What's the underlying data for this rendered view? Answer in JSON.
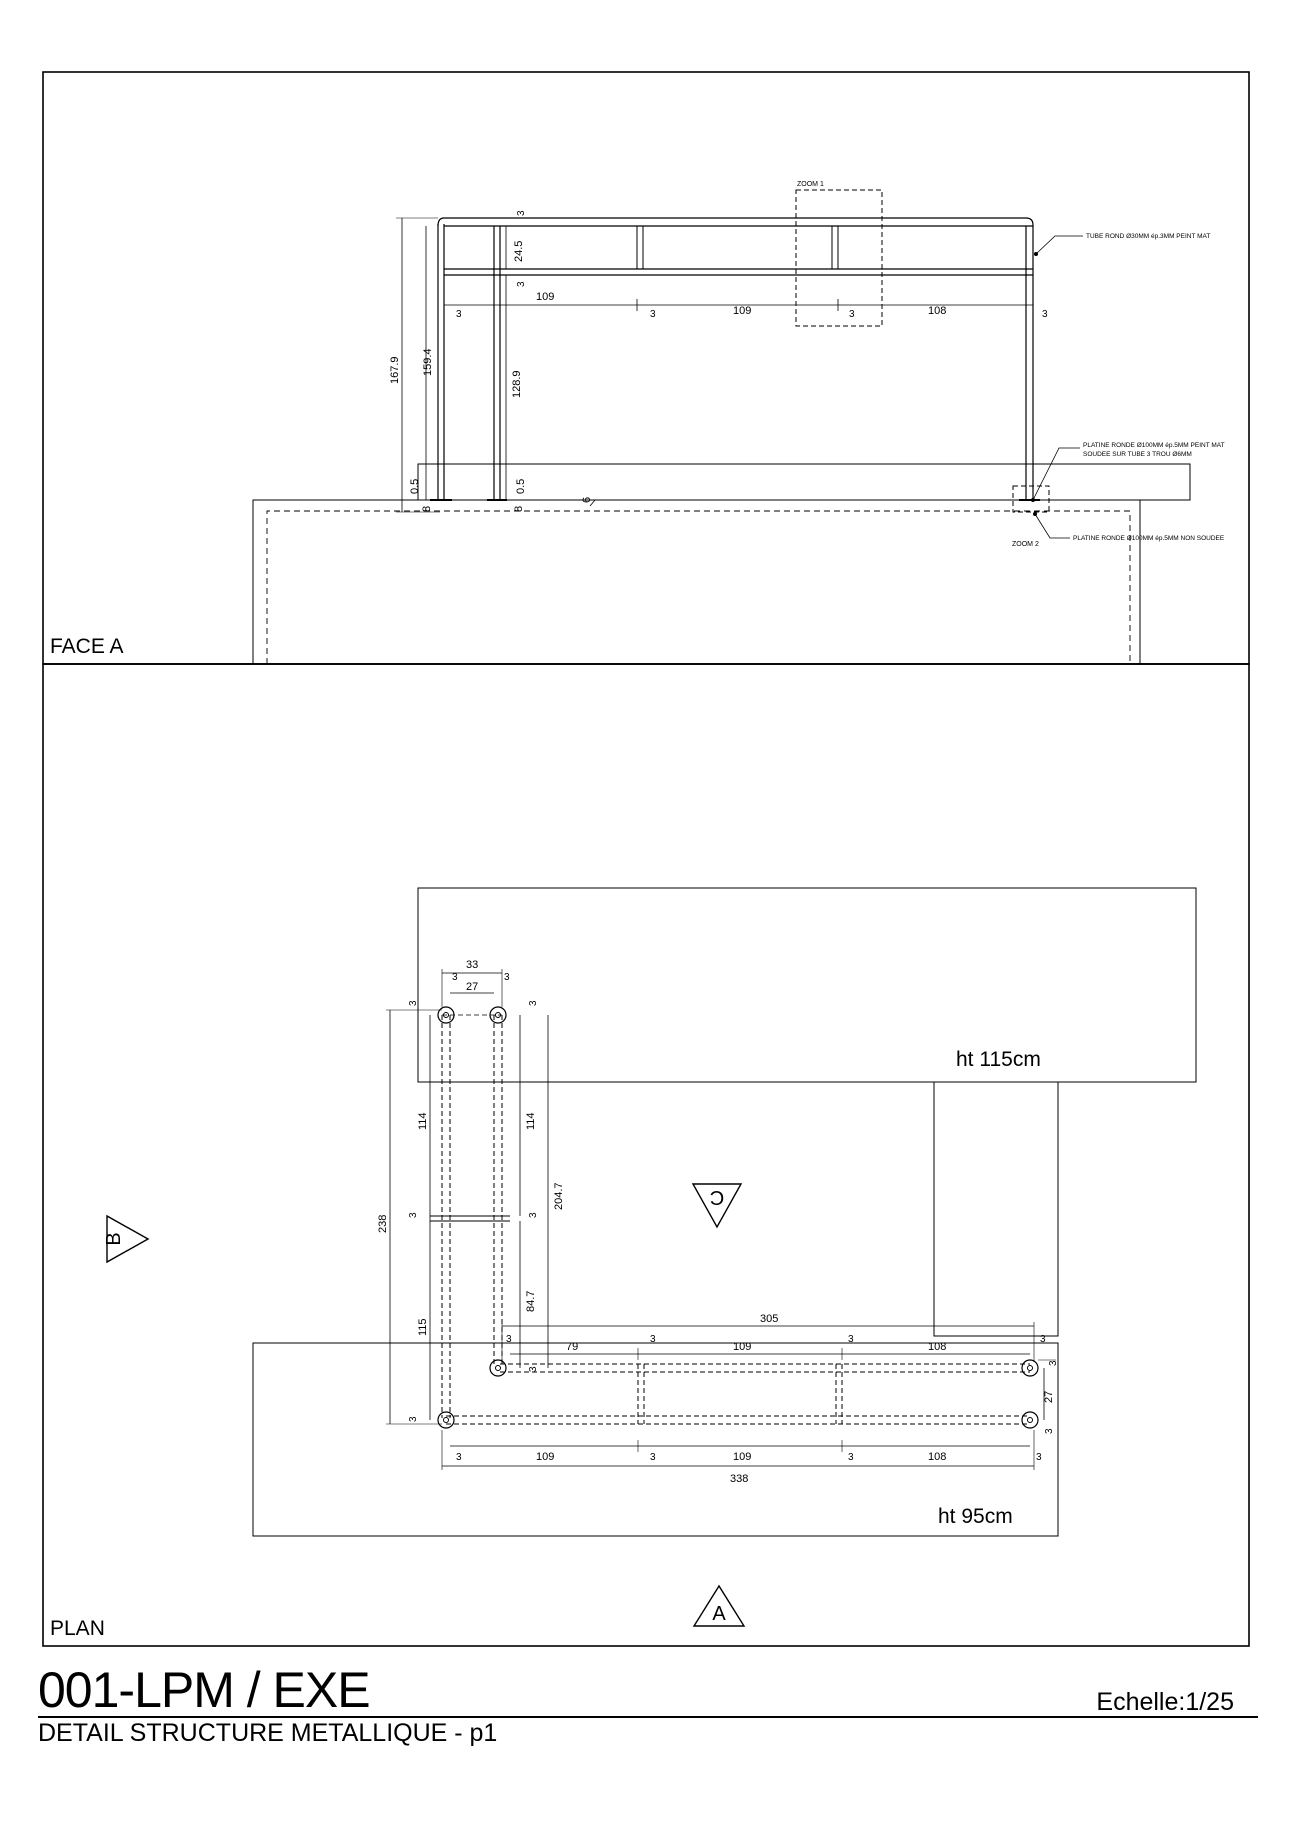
{
  "title_block": {
    "drawing_number": "001-LPM / EXE",
    "subtitle": "DETAIL STRUCTURE METALLIQUE - p1",
    "scale": "Echelle:1/25"
  },
  "face_a": {
    "view_label": "FACE A",
    "zoom_labels": [
      "ZOOM 1",
      "ZOOM 2"
    ],
    "annotations": {
      "tube": "TUBE ROND Ø30MM ép.3MM PEINT MAT",
      "platine_soudee_1": "PLATINE  RONDE Ø100MM ép.5MM PEINT MAT",
      "platine_soudee_2": "SOUDEE SUR TUBE 3 TROU Ø6MM",
      "platine_non_soudee": "PLATINE  RONDE Ø100MM ép.5MM NON SOUDEE"
    },
    "dimensions": {
      "total_height": "167.9",
      "post_height": "159.4",
      "rail_spacing": "24.5",
      "lower_post": "128.9",
      "plate_small": "0.5",
      "plate_small_2": "0.5",
      "base": "8",
      "base_2": "8",
      "step": "6",
      "tube": "3",
      "span_1": "109",
      "span_2": "109",
      "span_3": "108"
    }
  },
  "plan": {
    "view_label": "PLAN",
    "height_upper": "ht 115cm",
    "height_lower": "ht 95cm",
    "markers": [
      "A",
      "B",
      "C"
    ],
    "dimensions": {
      "top_outer": "33",
      "top_inner": "27",
      "left_upper": "114",
      "mid_upper": "114",
      "left_total": "238",
      "mid_total": "204.7",
      "mid_lower": "84.7",
      "left_lower": "115",
      "tube": "3",
      "run_total_upper": "305",
      "run_first": "79",
      "run_mid": "109",
      "run_last": "108",
      "bottom_1": "109",
      "bottom_2": "109",
      "bottom_3": "108",
      "bottom_total": "338",
      "right_depth": "27"
    }
  }
}
